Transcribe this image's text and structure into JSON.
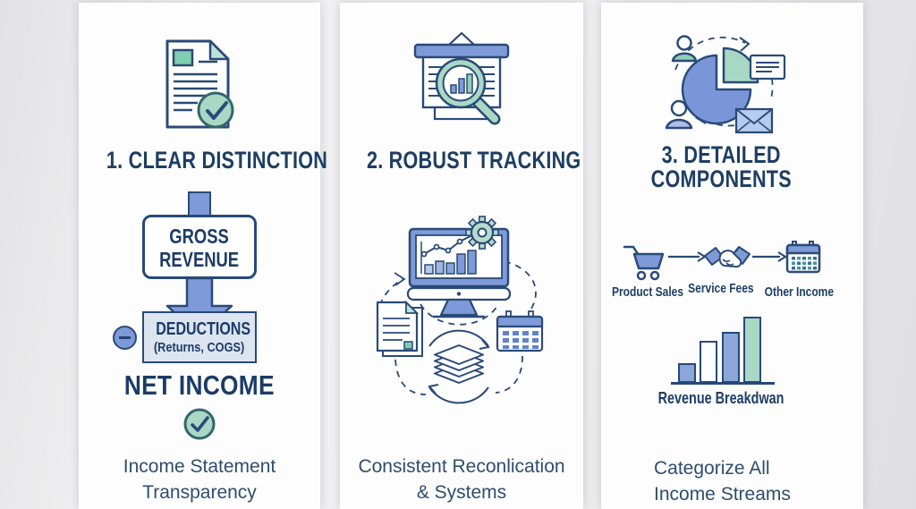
{
  "panel1": {
    "title": "1. CLEAR DISTINCTION",
    "flow": {
      "gross_line1": "GROSS",
      "gross_line2": "REVENUE",
      "deductions_line1": "DEDUCTIONS",
      "deductions_line2": "(Returns, COGS)",
      "result": "NET INCOME"
    },
    "caption_line1": "Income Statement",
    "caption_line2": "Transparency"
  },
  "panel2": {
    "title": "2. ROBUST TRACKING",
    "caption_line1": "Consistent Reconlication",
    "caption_line2": "& Systems"
  },
  "panel3": {
    "title_line1": "3. DETAILED",
    "title_line2": "COMPONENTS",
    "streams": [
      {
        "label": "Product Sales",
        "icon": "cart-icon"
      },
      {
        "label": "Service Fees",
        "icon": "handshake-icon"
      },
      {
        "label": "Other Income",
        "icon": "calendar-icon"
      }
    ],
    "chart": {
      "type": "bar",
      "label": "Revenue Breakdwan",
      "bars": [
        {
          "color": "#8ba6d9",
          "height": 22
        },
        {
          "color": "#ffffff",
          "height": 47
        },
        {
          "color": "#8ba6d9",
          "height": 57
        },
        {
          "color": "#a9d8c5",
          "height": 74
        }
      ]
    },
    "caption_line1": "Categorize All",
    "caption_line2": "Income Streams"
  },
  "icons": {
    "panel1_header": "document-check-icon",
    "panel1_flow": [
      "down-arrow-icon",
      "minus-circle-icon",
      "check-circle-icon"
    ],
    "panel2_header": "presentation-magnifier-icon",
    "panel2_center": [
      "monitor-chart-icon",
      "gear-icon",
      "document-icon",
      "calendar-icon",
      "stack-cycle-icon"
    ],
    "panel3_header": "pie-distribution-icon",
    "panel3_row": [
      "cart-icon",
      "flow-arrow-icon",
      "handshake-icon",
      "flow-arrow-icon",
      "calendar-icon"
    ]
  },
  "colors": {
    "navy_outline": "#2a4a77",
    "title_navy": "#1d3e63",
    "blue_fill": "#7e9ad8",
    "mint_fill": "#a9d8c5",
    "mint_strong": "#82cdb1",
    "deductions_fill": "#dce4f0",
    "caption_text": "#2e4d6e",
    "card_bg": "#fdfdfd",
    "page_bg": "#ececee"
  }
}
